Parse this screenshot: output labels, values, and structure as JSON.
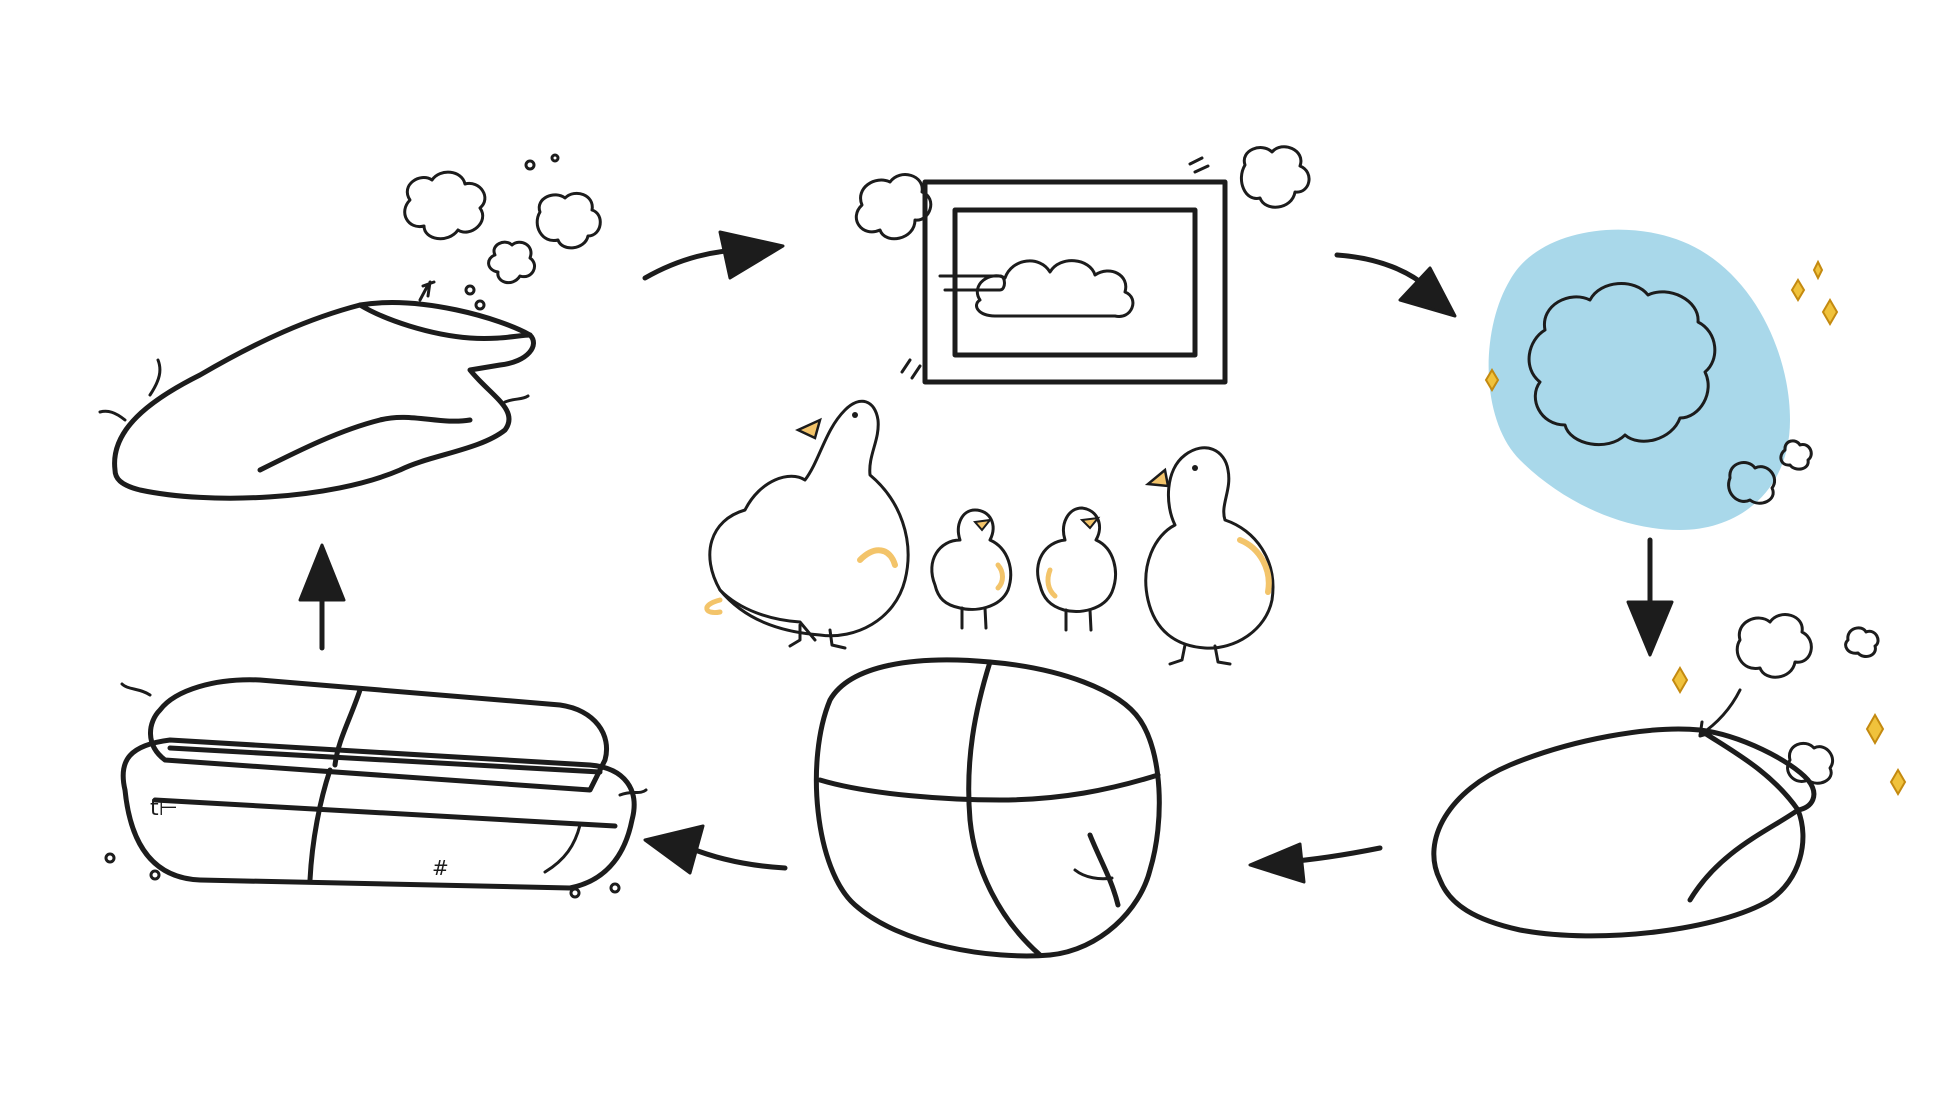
{
  "colors": {
    "background": "#ffffff",
    "ink": "#1c1c1c",
    "old_futon_gray": "#c9c5bb",
    "renewed_futon_green": "#8fd5b0",
    "sky_blue": "#a9d8ea",
    "duck_accent_yellow": "#f3c46a",
    "sparkle_yellow": "#f0c23c"
  },
  "steps": [
    {
      "id": "old-folded-futon",
      "icon": "folded-gray-futon-icon"
    },
    {
      "id": "feathers-removed",
      "icon": "opened-gray-futon-icon"
    },
    {
      "id": "outdoor-drying",
      "icon": "window-with-clouds-icon"
    },
    {
      "id": "cleaned-fluffy-down",
      "icon": "fluffy-down-cluster-icon"
    },
    {
      "id": "refill-new-cover",
      "icon": "green-futon-refill-icon"
    },
    {
      "id": "renewed-folded-futon",
      "icon": "folded-green-futon-icon"
    }
  ],
  "center": {
    "icon": "duck-family-icon"
  },
  "flow": [
    "arrow-up",
    "arrow-right",
    "arrow-down-right",
    "arrow-down",
    "arrow-left",
    "arrow-left"
  ]
}
